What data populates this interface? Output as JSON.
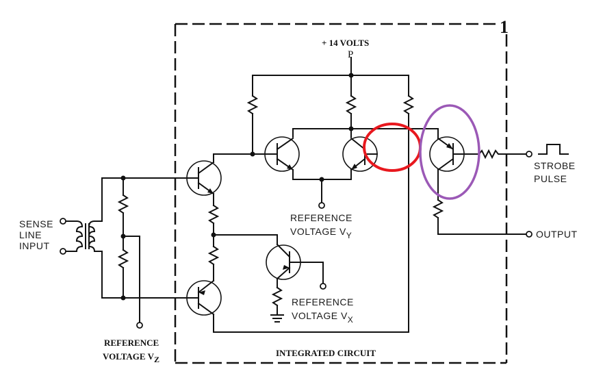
{
  "diagram": {
    "figure_number": "1",
    "supply_label": "+ 14 VOLTS",
    "supply_pin": "P",
    "sense_input": [
      "SENSE",
      "LINE",
      "INPUT"
    ],
    "ref_vy": {
      "line1": "REFERENCE",
      "line2": "VOLTAGE V",
      "sub": "Y"
    },
    "ref_vx": {
      "line1": "REFERENCE",
      "line2": "VOLTAGE V",
      "sub": "X"
    },
    "ref_vz": {
      "line1": "REFERENCE",
      "line2": "VOLTAGE V",
      "sub": "Z"
    },
    "strobe": [
      "STROBE",
      "PULSE"
    ],
    "output": "OUTPUT",
    "ic_label": "INTEGRATED CIRCUIT",
    "annotations": [
      {
        "shape": "ellipse",
        "color": "#e8181e",
        "target": "region-right-of-diff-pair-transistor"
      },
      {
        "shape": "ellipse",
        "color": "#9b59b6",
        "target": "strobe-output-transistor"
      }
    ]
  }
}
